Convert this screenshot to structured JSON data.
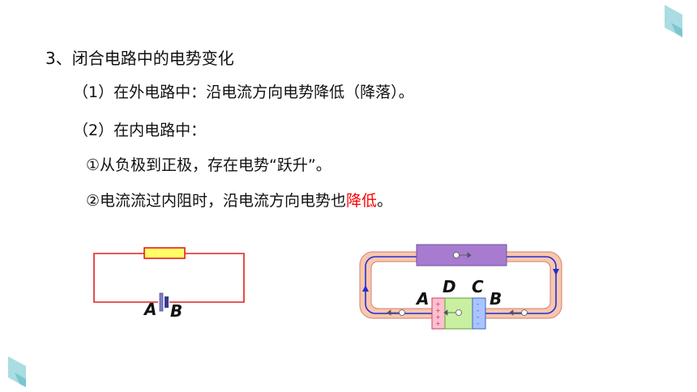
{
  "content": {
    "heading": "3、闭合电路中的电势变化",
    "item1": "（1）在外电路中：沿电流方向电势降低（降落）。",
    "item2": "（2）在内电路中：",
    "sub1": "①从负极到正极，存在电势“跃升”。",
    "sub2_pre": "②电流流过内阻时，沿电流方向电势也",
    "sub2_red": "降低",
    "sub2_post": "。"
  },
  "left_circuit": {
    "label_a": "A",
    "label_b": "B"
  },
  "right_circuit": {
    "label_a": "A",
    "label_d": "D",
    "label_c": "C",
    "label_b": "B"
  },
  "colors": {
    "accent_red": "#ff0000",
    "wire_red": "#e02020",
    "resistor_yellow": "#ffff66",
    "tube_peach": "#f8c7ad",
    "flow_blue": "#1f2fd6",
    "resistor_purple": "#a77bd0",
    "cell_pink": "#ffc0d0",
    "cell_green": "#c8f0a0",
    "cell_blue": "#aac4ff",
    "decor_teal": "#a9dde2"
  },
  "icons": [
    "corner-shape-icon",
    "charge-arrow-icon",
    "battery-icon",
    "resistor-icon"
  ]
}
